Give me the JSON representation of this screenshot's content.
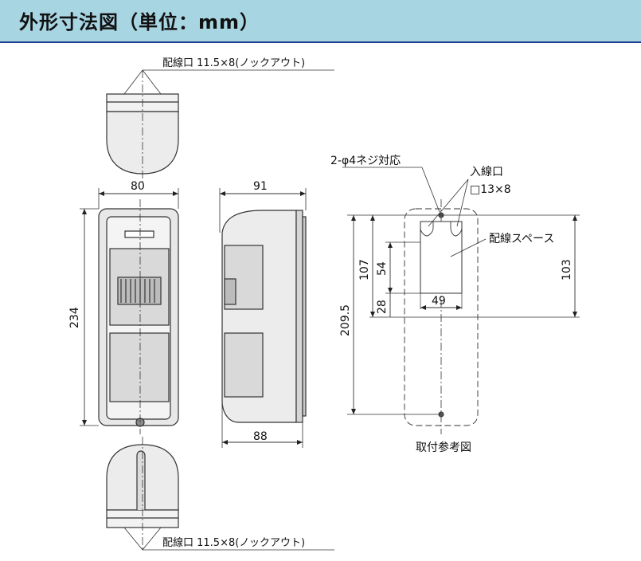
{
  "title": "外形寸法図（単位：mm）",
  "labels": {
    "wiring_top": "配線口 11.5×8(ノックアウト)",
    "wiring_bottom": "配線口 11.5×8(ノックアウト)",
    "screw": "2-φ4ネジ対応",
    "inlet": "入線口",
    "inlet_size": "□13×8",
    "wiring_space": "配線スペース",
    "mount_ref": "取付参考図"
  },
  "dims": {
    "front_width": "80",
    "height": "234",
    "side_depth_top": "91",
    "side_depth_bottom": "88",
    "d107": "107",
    "d54": "54",
    "d28": "28",
    "d49": "49",
    "d103": "103",
    "d2095": "209.5"
  }
}
